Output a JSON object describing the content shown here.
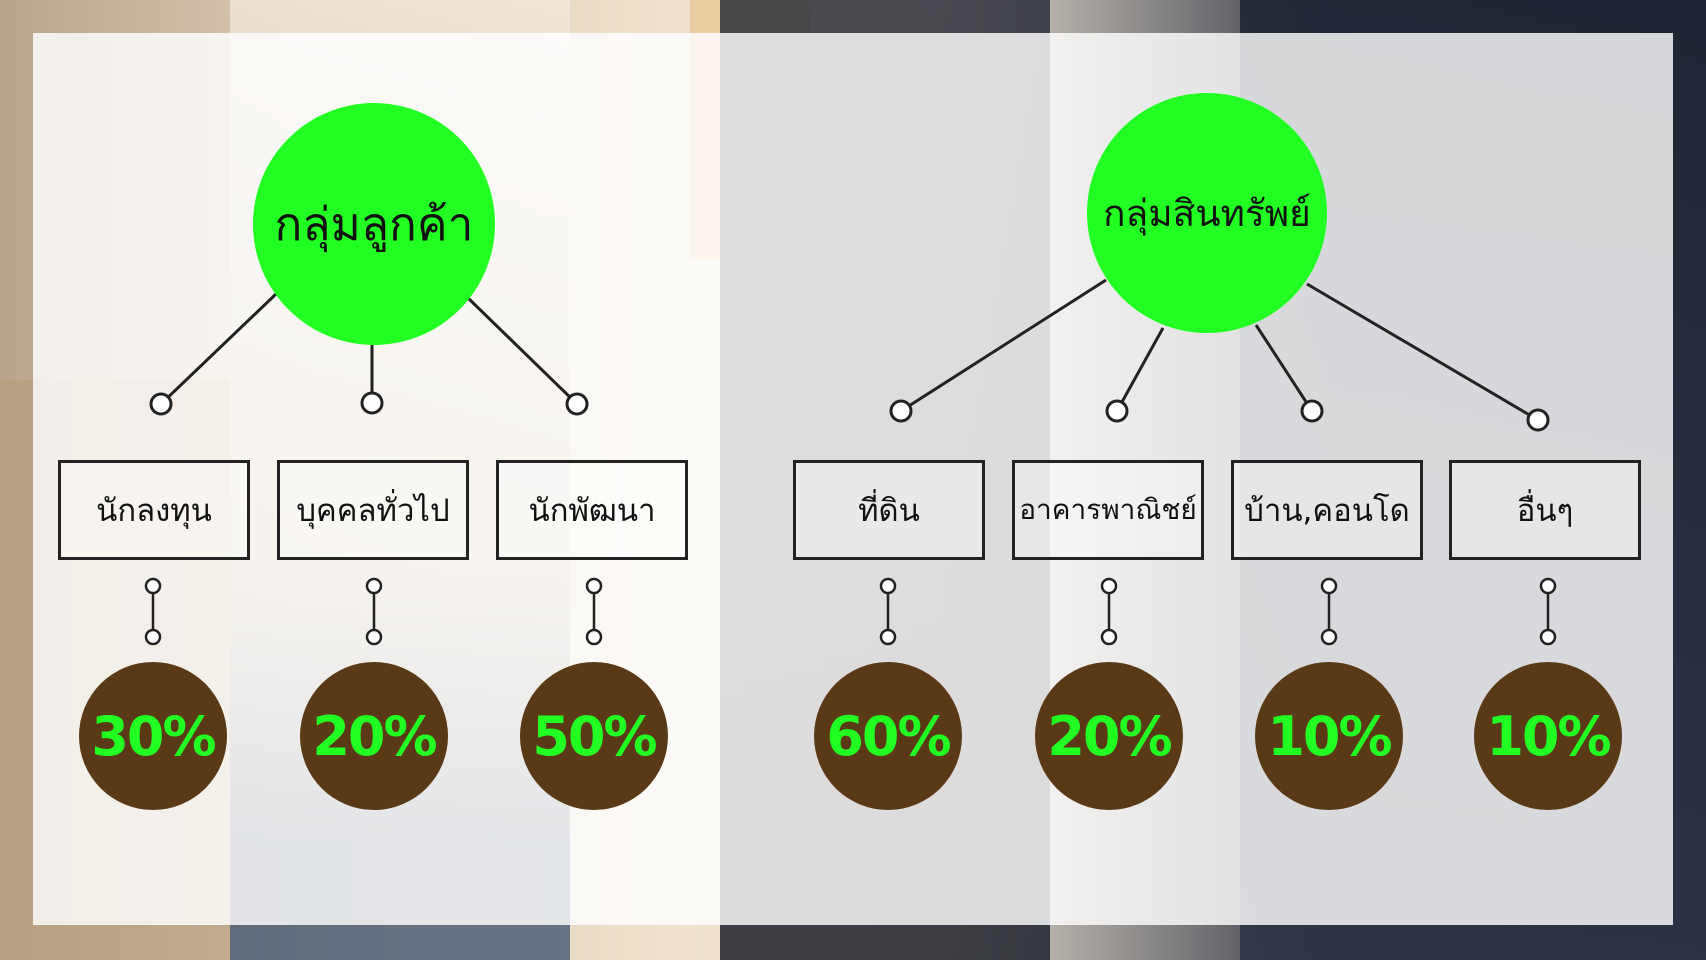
{
  "colors": {
    "group_circle": "#22ff22",
    "percent_circle": "#5a3a16",
    "percent_text": "#22ff22",
    "box_border": "#222222"
  },
  "customer_group": {
    "title": "กลุ่มลูกค้า",
    "items": [
      {
        "label": "นักลงทุน",
        "percent": "30%"
      },
      {
        "label": "บุคคลทั่วไป",
        "percent": "20%"
      },
      {
        "label": "นักพัฒนา",
        "percent": "50%"
      }
    ]
  },
  "asset_group": {
    "title": "กลุ่มสินทรัพย์",
    "items": [
      {
        "label": "ที่ดิน",
        "percent": "60%"
      },
      {
        "label": "อาคารพาณิชย์",
        "percent": "20%"
      },
      {
        "label": "บ้าน,คอนโด",
        "percent": "10%"
      },
      {
        "label": "อื่นๆ",
        "percent": "10%"
      }
    ]
  }
}
